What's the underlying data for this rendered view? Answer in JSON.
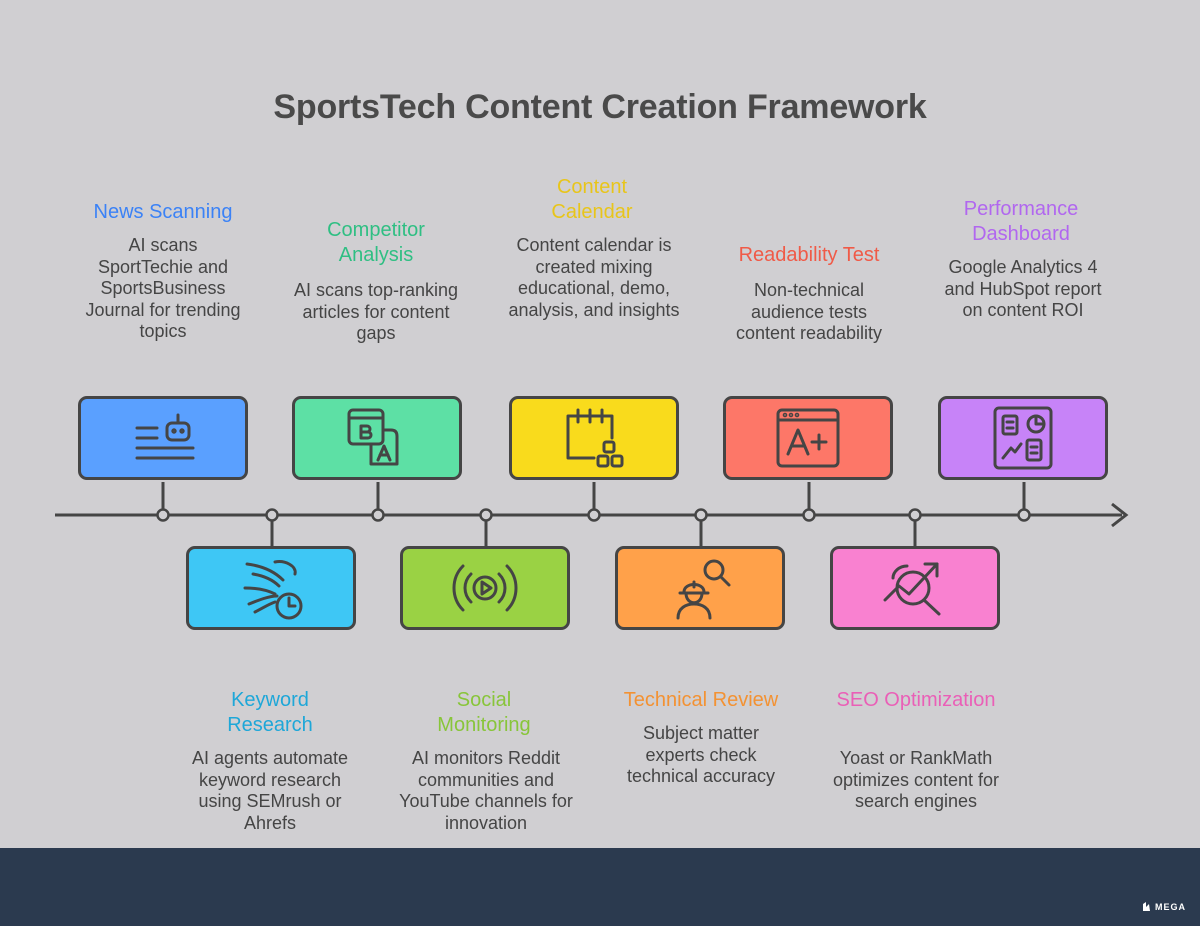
{
  "title": "SportsTech Content Creation Framework",
  "steps": [
    {
      "heading": "News Scanning",
      "description": "AI scans SportTechie and SportsBusiness Journal for trending topics",
      "color": "#5aa0ff",
      "text_color": "#3b82f6",
      "icon": "robot-text-icon"
    },
    {
      "heading": "Keyword Research",
      "description": "AI agents automate keyword research using SEMrush or Ahrefs",
      "color": "#3ec7f5",
      "text_color": "#1ea7d8",
      "icon": "wind-timer-icon"
    },
    {
      "heading": "Competitor Analysis",
      "description": "AI scans top-ranking articles for content gaps",
      "color": "#5de0a5",
      "text_color": "#2fbf83",
      "icon": "ab-compare-icon"
    },
    {
      "heading": "Social Monitoring",
      "description": "AI monitors Reddit communities and YouTube channels for innovation",
      "color": "#9ad244",
      "text_color": "#88c53a",
      "icon": "broadcast-play-icon"
    },
    {
      "heading": "Content Calendar",
      "description": "Content calendar is created mixing educational, demo, analysis, and insights",
      "color": "#f9db1c",
      "text_color": "#e8c51a",
      "icon": "calendar-blocks-icon"
    },
    {
      "heading": "Technical Review",
      "description": "Subject matter experts check technical accuracy",
      "color": "#ffa14a",
      "text_color": "#f39233",
      "icon": "engineer-search-icon"
    },
    {
      "heading": "Readability Test",
      "description": "Non-technical audience tests content readability",
      "color": "#fd7768",
      "text_color": "#f05a47",
      "icon": "grade-a-plus-icon"
    },
    {
      "heading": "SEO Optimization",
      "description": "Yoast or RankMath optimizes content for search engines",
      "color": "#f981d0",
      "text_color": "#ea5fb7",
      "icon": "trend-magnifier-icon"
    },
    {
      "heading": "Performance Dashboard",
      "description": "Google Analytics 4 and HubSpot report on content ROI",
      "color": "#c783f8",
      "text_color": "#b167ef",
      "icon": "dashboard-icon"
    }
  ],
  "footer": {
    "brand": "MEGA"
  }
}
